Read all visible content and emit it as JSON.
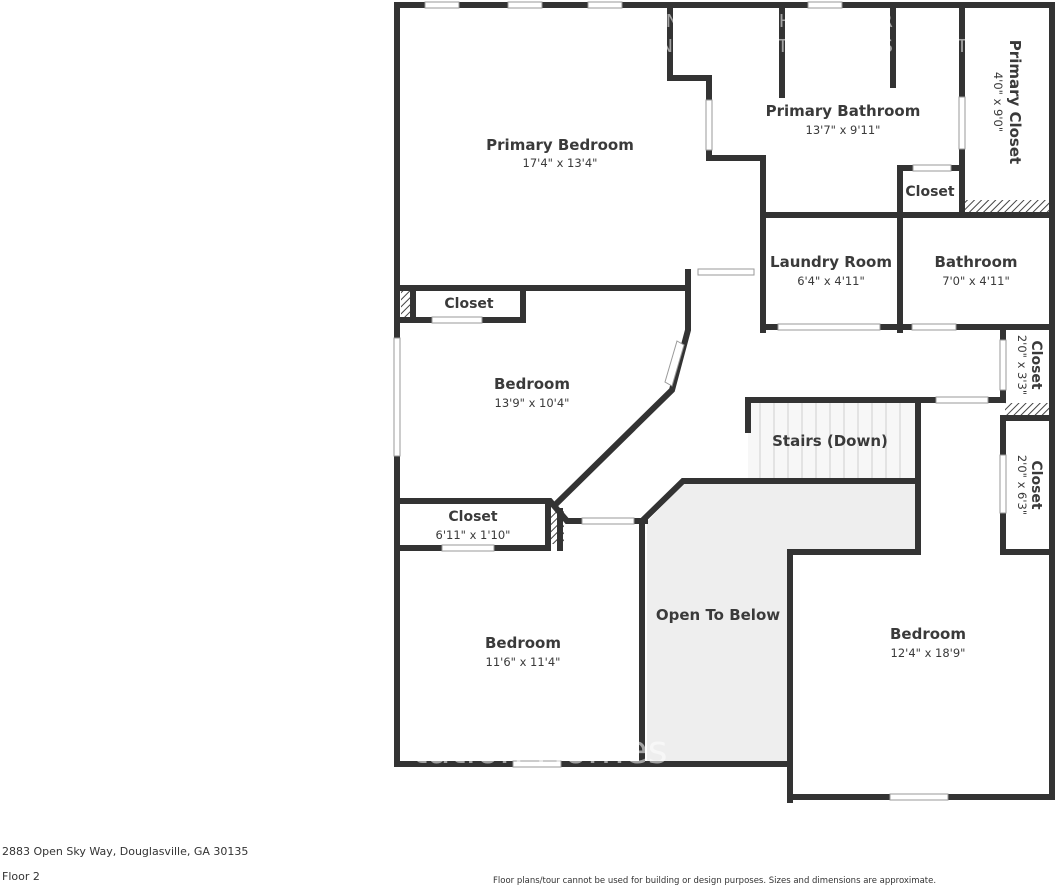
{
  "watermark": {
    "line1": "SYNDICATION OR ANY USE OF THESE FLOOR PLANS",
    "line2": "FOR DISPLAY ONLY ON THE INVITATION HOMES WEBSITE",
    "logo": "tation Homes"
  },
  "rooms": {
    "primary_bedroom": {
      "name": "Primary Bedroom",
      "dims": "17'4\" x 13'4\""
    },
    "primary_bathroom": {
      "name": "Primary Bathroom",
      "dims": "13'7\" x 9'11\""
    },
    "primary_closet": {
      "name": "Primary Closet",
      "dims": "4'0\" x 9'0\""
    },
    "closet_primary_bath": {
      "name": "Closet"
    },
    "laundry_room": {
      "name": "Laundry Room",
      "dims": "6'4\" x 4'11\""
    },
    "bathroom": {
      "name": "Bathroom",
      "dims": "7'0\" x 4'11\""
    },
    "closet_upper_left": {
      "name": "Closet"
    },
    "bedroom_mid_left": {
      "name": "Bedroom",
      "dims": "13'9\" x 10'4\""
    },
    "closet_hall_upper": {
      "name": "Closet",
      "dims": "2'0\" x 3'3\""
    },
    "stairs": {
      "name": "Stairs (Down)"
    },
    "closet_hall_lower": {
      "name": "Closet",
      "dims": "2'0\" x 6'3\""
    },
    "closet_lower_left": {
      "name": "Closet",
      "dims": "6'11\" x 1'10\""
    },
    "bedroom_lower_left": {
      "name": "Bedroom",
      "dims": "11'6\" x 11'4\""
    },
    "open_to_below": {
      "name": "Open To Below"
    },
    "bedroom_lower_right": {
      "name": "Bedroom",
      "dims": "12'4\" x 18'9\""
    }
  },
  "footer": {
    "address": "2883 Open Sky Way, Douglasville, GA 30135",
    "floor": "Floor 2",
    "disclaimer": "Floor plans/tour cannot be used for building or design purposes. Sizes and dimensions are approximate."
  },
  "colors": {
    "wall": "#333333",
    "open_to_below_fill": "#eeeeee",
    "stairs_fill": "#f5f5f5",
    "background": "#ffffff"
  }
}
